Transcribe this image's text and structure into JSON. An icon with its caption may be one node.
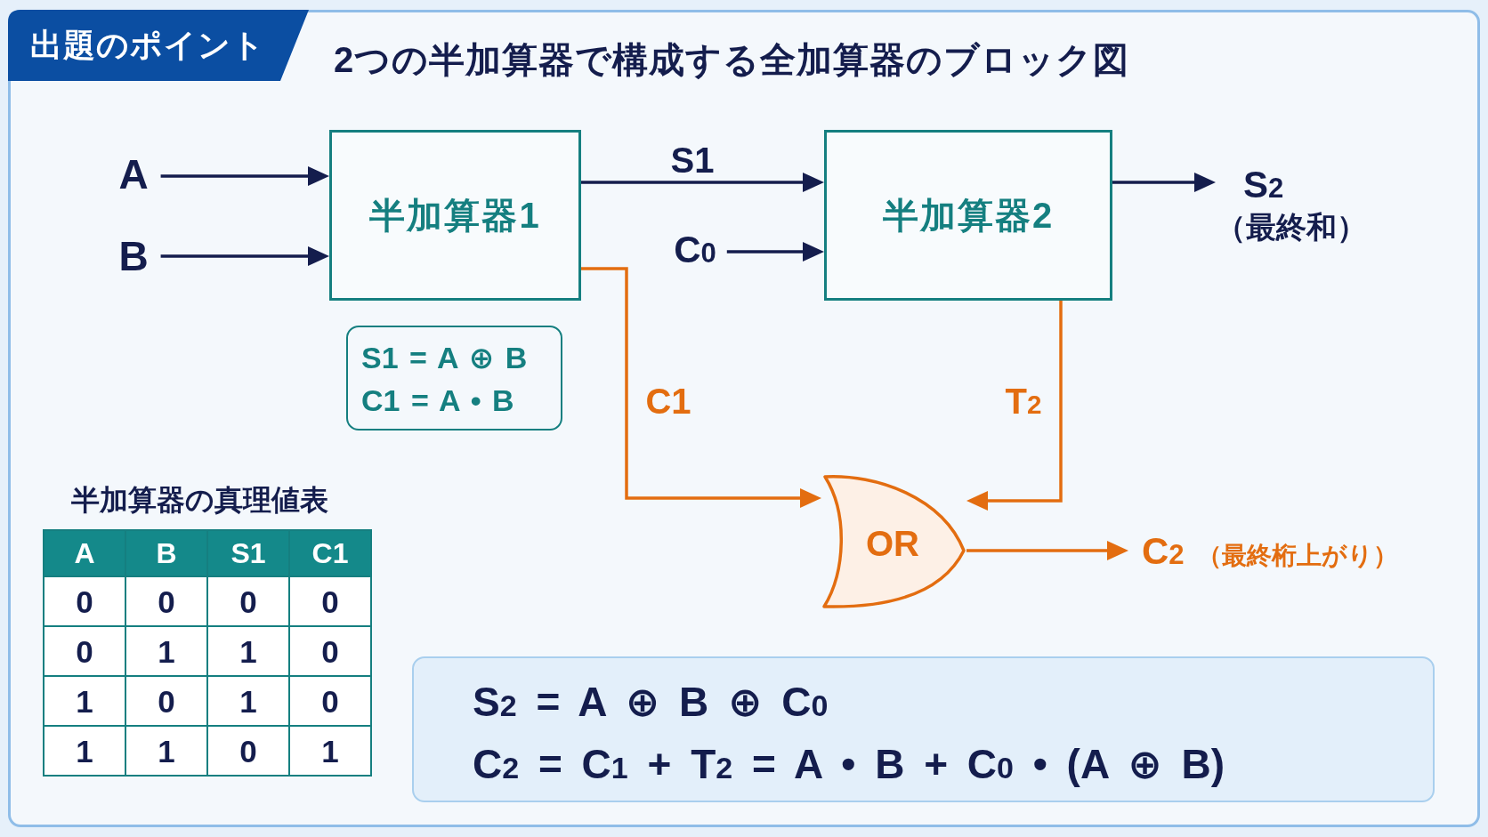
{
  "diagram": {
    "title": "2つの半加算器で構成する全加算器のブロック図",
    "nodes": [
      {
        "text": [
          "出題のポイント"
        ]
      },
      {
        "text": [
          "A"
        ]
      },
      {
        "text": [
          "B"
        ]
      },
      {
        "text": [
          "半加算器1"
        ]
      },
      {
        "text": [
          "半加算器2"
        ]
      },
      {
        "text": [
          "C$_{0}$"
        ]
      },
      {
        "text": [
          "S$_{2}$"
        ],
        "beside": [
          "（最終和）"
        ]
      },
      {
        "text": [
          "S1 = A ⊕ B",
          "C1 = A • B"
        ]
      },
      {
        "text": [
          "OR"
        ]
      },
      {
        "text": [
          "C$_{2}$"
        ],
        "beside": [
          "（最終桁上がり）"
        ]
      },
      {
        "text": [
          "S$_{2}$ = A ⊕ B ⊕ C$_{0}$",
          "C$_{2}$ = C$_{1}$ + T$_{2}$ = A • B + C$_{0}$ • (A ⊕ B)"
        ]
      }
    ],
    "edges": [
      {
        "from": 1,
        "to": 3,
        "arrow": "to"
      },
      {
        "from": 2,
        "to": 3,
        "arrow": "to"
      },
      {
        "from": 3,
        "to": 4,
        "arrow": "to",
        "label": "S1"
      },
      {
        "from": 5,
        "to": 4,
        "arrow": "to"
      },
      {
        "from": 4,
        "to": 6,
        "arrow": "to"
      },
      {
        "from": 3,
        "to": 8,
        "arrow": "to",
        "label": "C1",
        "color": "#e36d10"
      },
      {
        "from": 4,
        "to": 8,
        "arrow": "to",
        "label": "T$_{2}$",
        "color": "#e36d10"
      },
      {
        "from": 8,
        "to": 9,
        "arrow": "to",
        "color": "#e36d10"
      }
    ],
    "labels": [
      "半加算器の真理値表",
      "A",
      "B",
      "S1",
      "C1",
      "0",
      "0",
      "0",
      "0",
      "0",
      "1",
      "1",
      "0",
      "1",
      "0",
      "1",
      "0",
      "1",
      "1",
      "0",
      "1"
    ]
  }
}
